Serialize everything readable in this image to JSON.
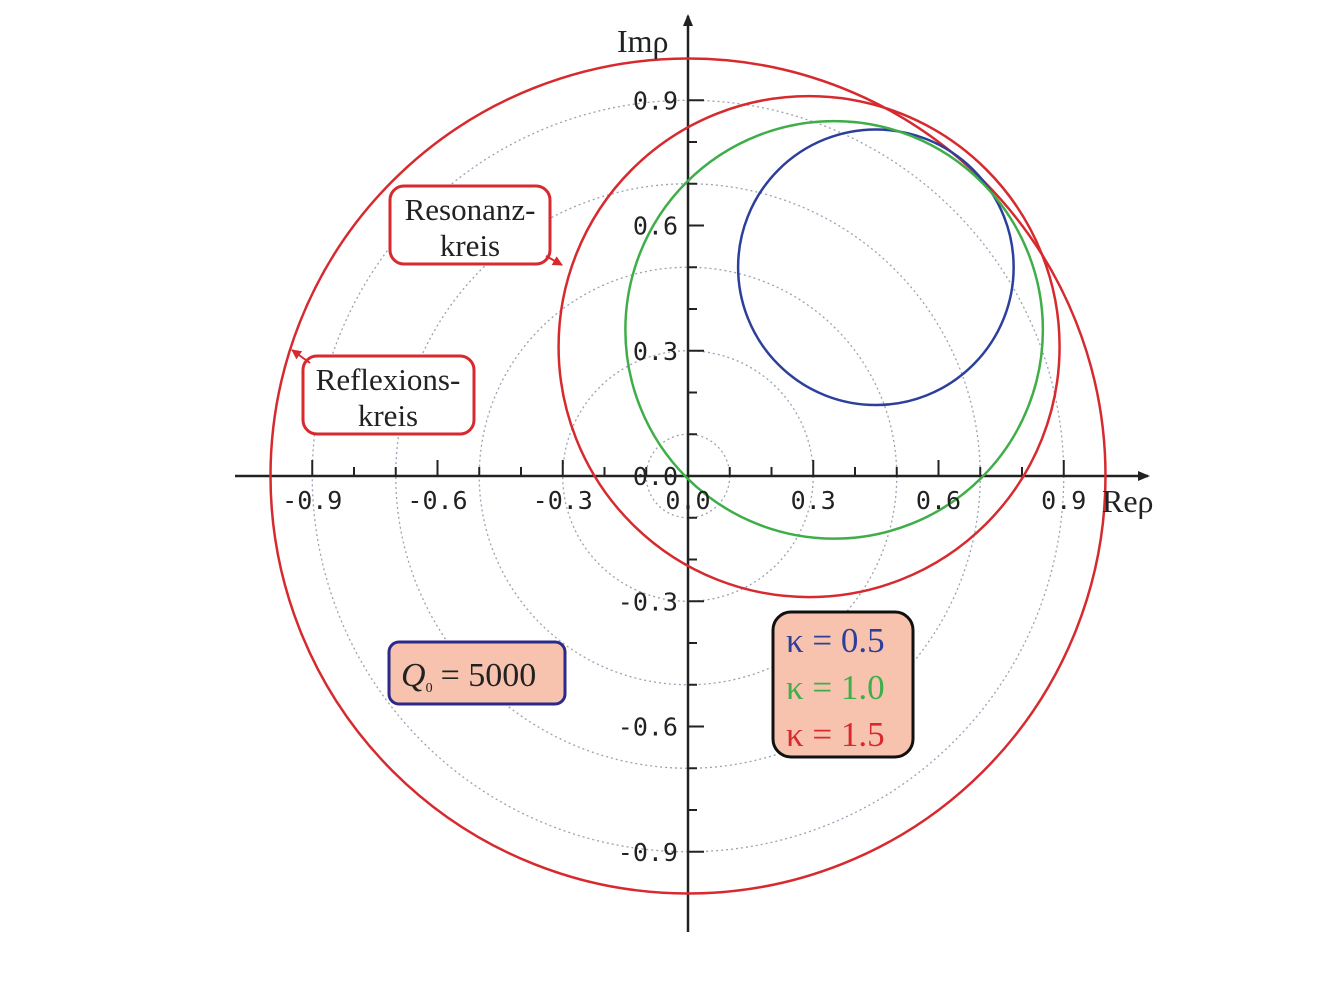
{
  "chart_data": {
    "type": "line",
    "title": "",
    "xlabel": "Reρ",
    "ylabel": "Imρ",
    "xlim": [
      -1.0,
      1.1
    ],
    "ylim": [
      -1.0,
      1.1
    ],
    "x_ticks": [
      "-0.9",
      "-0.6",
      "-0.3",
      "0.0",
      "0.3",
      "0.6",
      "0.9"
    ],
    "y_ticks": [
      "0.9",
      "0.6",
      "0.3",
      "0.0",
      "-0.3",
      "-0.6",
      "-0.9"
    ],
    "grid": "polar dotted circles",
    "grid_radii": [
      0.1,
      0.3,
      0.5,
      0.7,
      0.9
    ],
    "series": [
      {
        "name": "κ = 0.5",
        "color": "#2b3f9b",
        "shape": "circle",
        "center": [
          0.45,
          0.5
        ],
        "radius": 0.33
      },
      {
        "name": "κ = 1.0",
        "color": "#3fae49",
        "shape": "circle",
        "center": [
          0.35,
          0.35
        ],
        "radius": 0.5
      },
      {
        "name": "κ = 1.5",
        "color": "#d62a2f",
        "shape": "circle",
        "center": [
          0.29,
          0.31
        ],
        "radius": 0.6
      }
    ],
    "reflection_circle": {
      "color": "#d62a2f",
      "center": [
        0,
        0
      ],
      "radius": 1.0
    },
    "annotations": {
      "resonance": [
        "Resonanz-",
        "kreis"
      ],
      "reflection": [
        "Reflexions-",
        "kreis"
      ],
      "q_label": "Q",
      "q_subscript": "0",
      "q_value": "= 5000"
    },
    "legend": {
      "placement": "bottom-right",
      "entries": [
        "κ = 0.5",
        "κ = 1.0",
        "κ = 1.5"
      ],
      "colors": [
        "#2b3f9b",
        "#3fae49",
        "#d62a2f"
      ]
    }
  }
}
